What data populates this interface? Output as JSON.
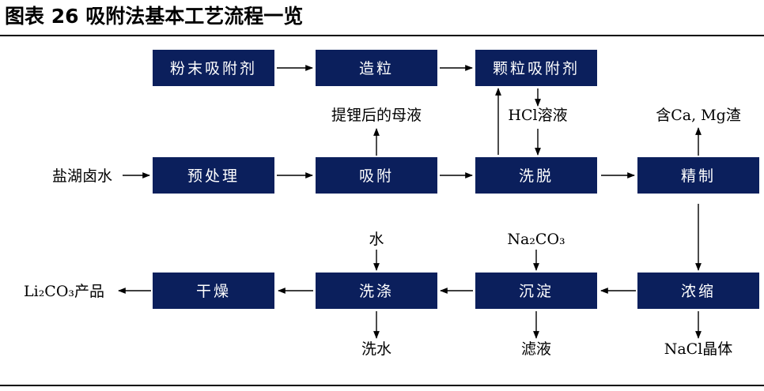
{
  "title": "图表 26 吸附法基本工艺流程一览",
  "colors": {
    "box_fill": "#0b1f5c",
    "box_text": "#ffffff",
    "line": "#000000"
  },
  "steps": {
    "powder_adsorbent": "粉末吸附剂",
    "granulation": "造粒",
    "granular_adsorbent": "颗粒吸附剂",
    "pretreatment": "预处理",
    "adsorption": "吸附",
    "elution": "洗脱",
    "refining": "精制",
    "drying": "干燥",
    "washing": "洗涤",
    "precipitation": "沉淀",
    "concentration": "浓缩"
  },
  "labels": {
    "salt_lake_brine": "盐湖卤水",
    "tail_liquid": "提锂后的母液",
    "hcl_solution": "HCl溶液",
    "ca_mg_residue": "含Ca, Mg渣",
    "water_in": "水",
    "na2co3": "Na₂CO₃",
    "li2co3_product": "Li₂CO₃产品",
    "wash_water": "洗水",
    "filtrate": "滤液",
    "nacl_crystal": "NaCl晶体"
  }
}
